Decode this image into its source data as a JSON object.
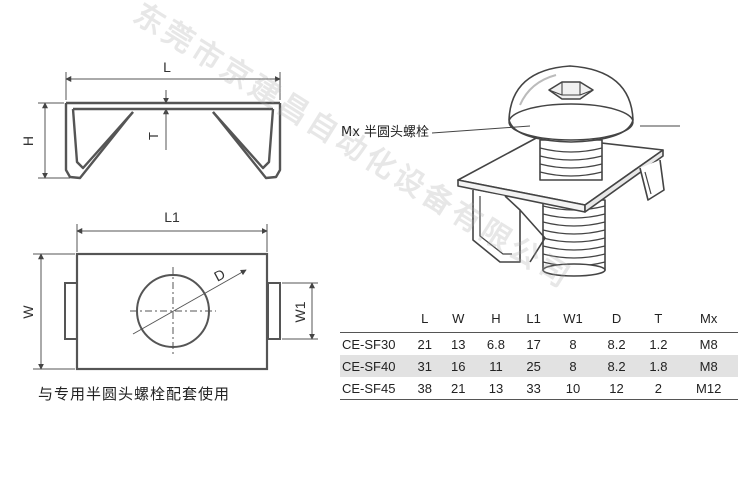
{
  "diagram": {
    "side_view": {
      "dim_length": "L",
      "dim_height": "H",
      "dim_thickness": "T"
    },
    "top_view": {
      "dim_length": "L1",
      "dim_width": "W",
      "dim_slot_width": "W1",
      "dim_diameter": "D"
    },
    "caption": "与专用半圆头螺栓配套使用",
    "bolt_callout": "Mx 半圆头螺栓"
  },
  "spec_table": {
    "headers": [
      "",
      "L",
      "W",
      "H",
      "L1",
      "W1",
      "D",
      "T",
      "Mx"
    ],
    "rows": [
      [
        "CE-SF30",
        "21",
        "13",
        "6.8",
        "17",
        "8",
        "8.2",
        "1.2",
        "M8"
      ],
      [
        "CE-SF40",
        "31",
        "16",
        "11",
        "25",
        "8",
        "8.2",
        "1.8",
        "M8"
      ],
      [
        "CE-SF45",
        "38",
        "21",
        "13",
        "33",
        "10",
        "12",
        "2",
        "M12"
      ]
    ]
  },
  "watermark": {
    "text": "东莞市京建昌自动化设备有限公司"
  }
}
